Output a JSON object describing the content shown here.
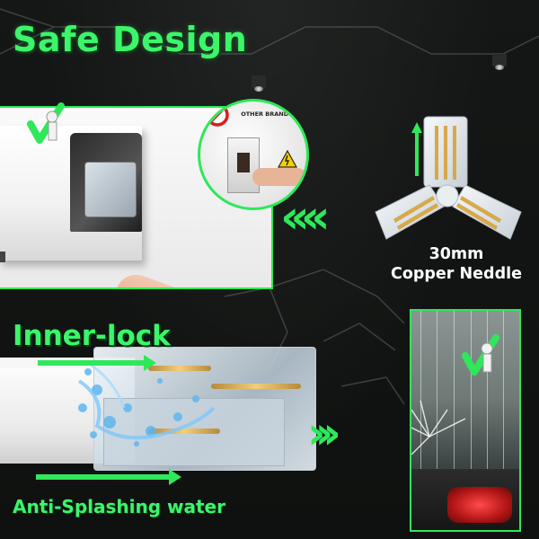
{
  "headline": "Safe Design",
  "inset": {
    "other_brands_label": "OTHER BRANDS"
  },
  "feature_copper": {
    "line1": "30mm",
    "line2": "Copper Neddle"
  },
  "feature_lock": {
    "title": "Inner-lock"
  },
  "feature_water": {
    "label": "Anti-Splashing water"
  },
  "colors": {
    "accent_green": "#3cf56a",
    "background": "#121413",
    "panel_border": "#2ee85a"
  },
  "icons": [
    "check-mark-figure-icon",
    "no-sign-icon",
    "warning-triangle-icon",
    "chevron-left-icon",
    "chevron-right-icon",
    "arrow-up-icon"
  ]
}
